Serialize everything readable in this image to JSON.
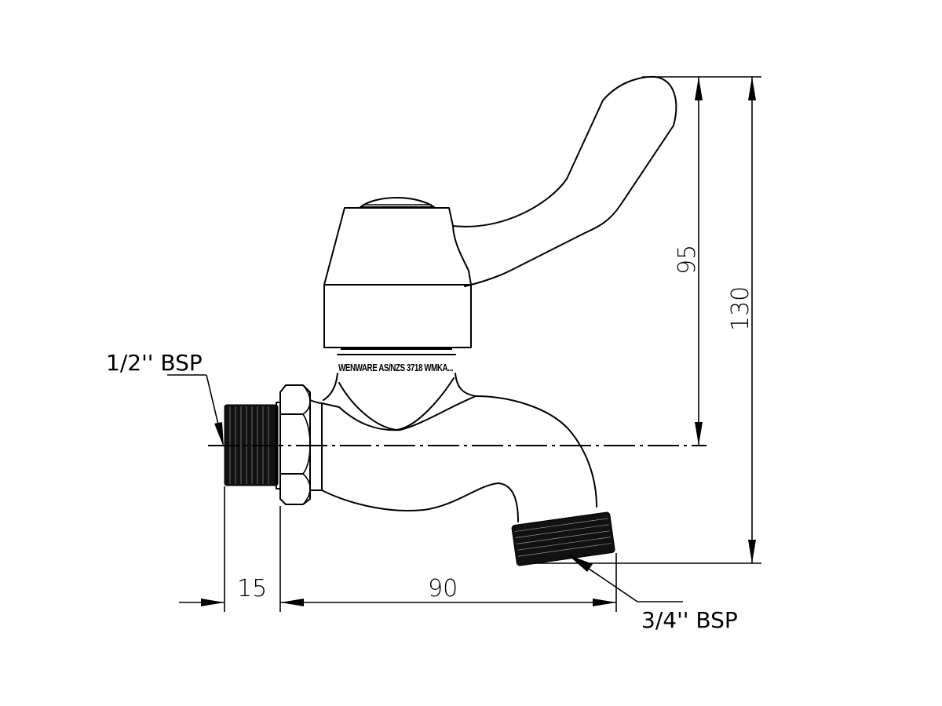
{
  "drawing": {
    "title": "Hose tap with lever handle – side elevation",
    "stroke_color": "#000000",
    "background_color": "#ffffff"
  },
  "labels": {
    "inlet_thread": "1/2'' BSP",
    "outlet_thread": "3/4'' BSP",
    "body_stamp": "WENWARE AS/NZS 3718 WMKA..."
  },
  "dimensions": {
    "inlet_length": "15",
    "projection": "90",
    "handle_height_above_centre": "95",
    "overall_height": "130"
  },
  "icons": {
    "dimension_arrow": "filled-triangle-arrowhead",
    "leader_arrow": "filled-triangle-arrowhead",
    "centre_line": "dash-dot-line"
  }
}
